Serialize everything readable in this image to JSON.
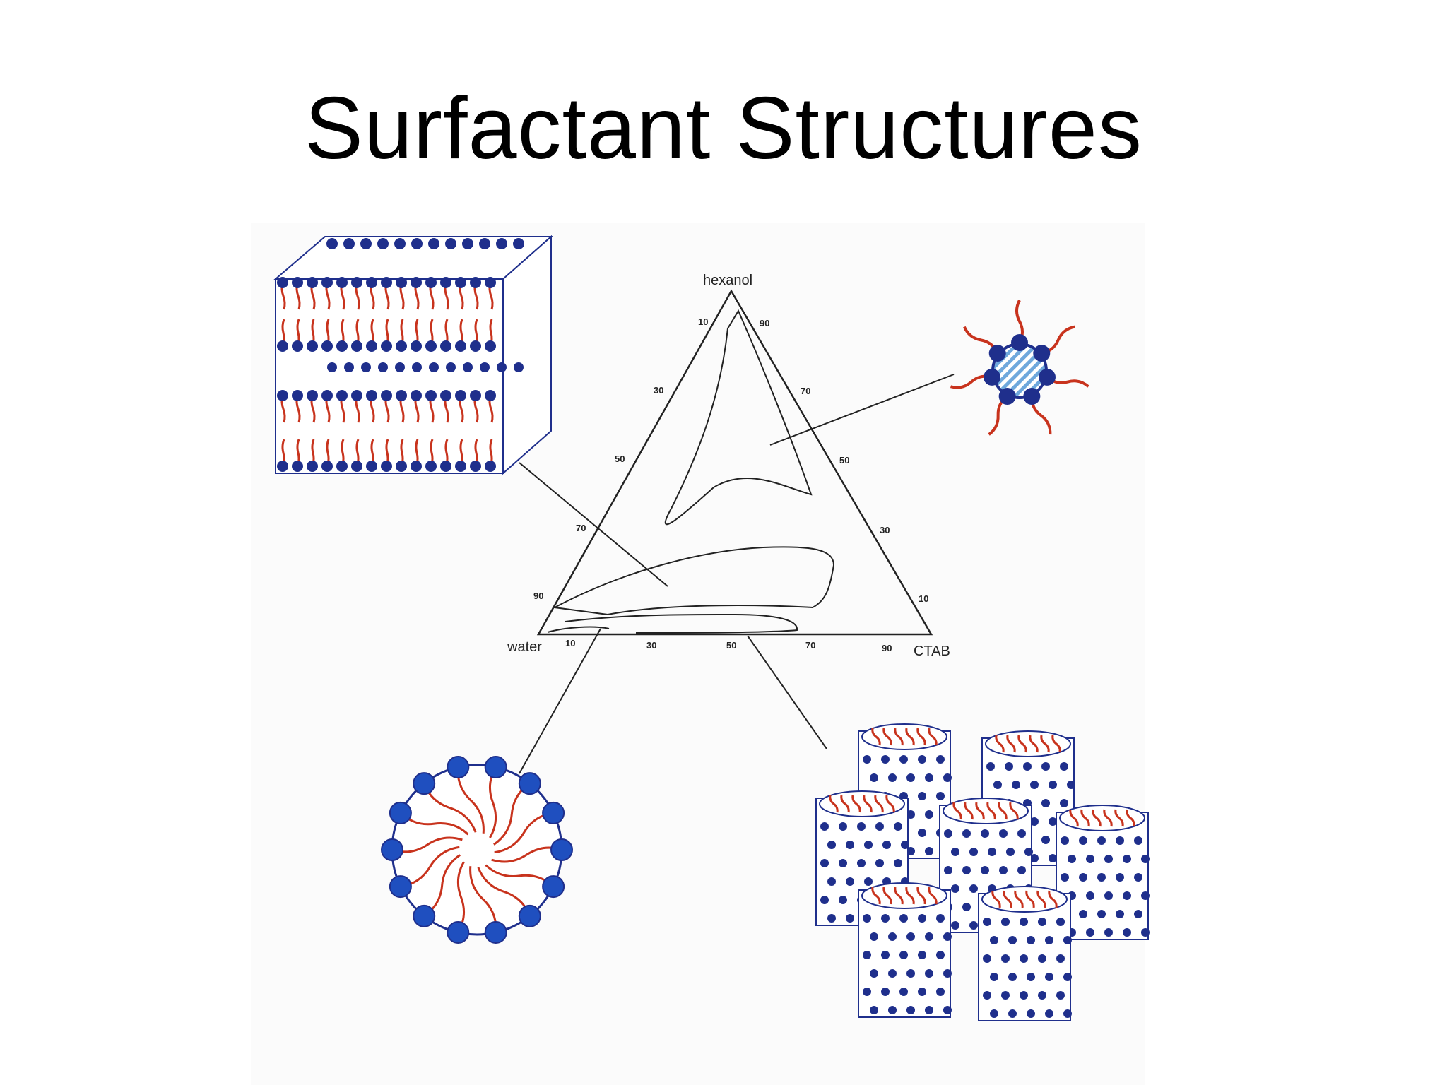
{
  "slide": {
    "title": "Surfactant Structures"
  },
  "ternary": {
    "vertex_top": "hexanol",
    "vertex_left": "water",
    "vertex_right": "CTAB",
    "left_edge_ticks": [
      "10",
      "30",
      "50",
      "70",
      "90"
    ],
    "right_edge_ticks": [
      "90",
      "70",
      "50",
      "30",
      "10"
    ],
    "bottom_edge_ticks": [
      "10",
      "30",
      "50",
      "70",
      "90"
    ]
  },
  "structures": [
    {
      "id": "lamellar-bilayer",
      "connects_to": "phase-diagram"
    },
    {
      "id": "reverse-micelle",
      "connects_to": "phase-diagram"
    },
    {
      "id": "spherical-micelle",
      "connects_to": "phase-diagram"
    },
    {
      "id": "hexagonal-cylinders",
      "connects_to": "phase-diagram"
    }
  ],
  "colors": {
    "head_group": "#1f2f8c",
    "tail": "#c8331d",
    "line": "#222222",
    "core_stripe": "#6fa8dc"
  }
}
